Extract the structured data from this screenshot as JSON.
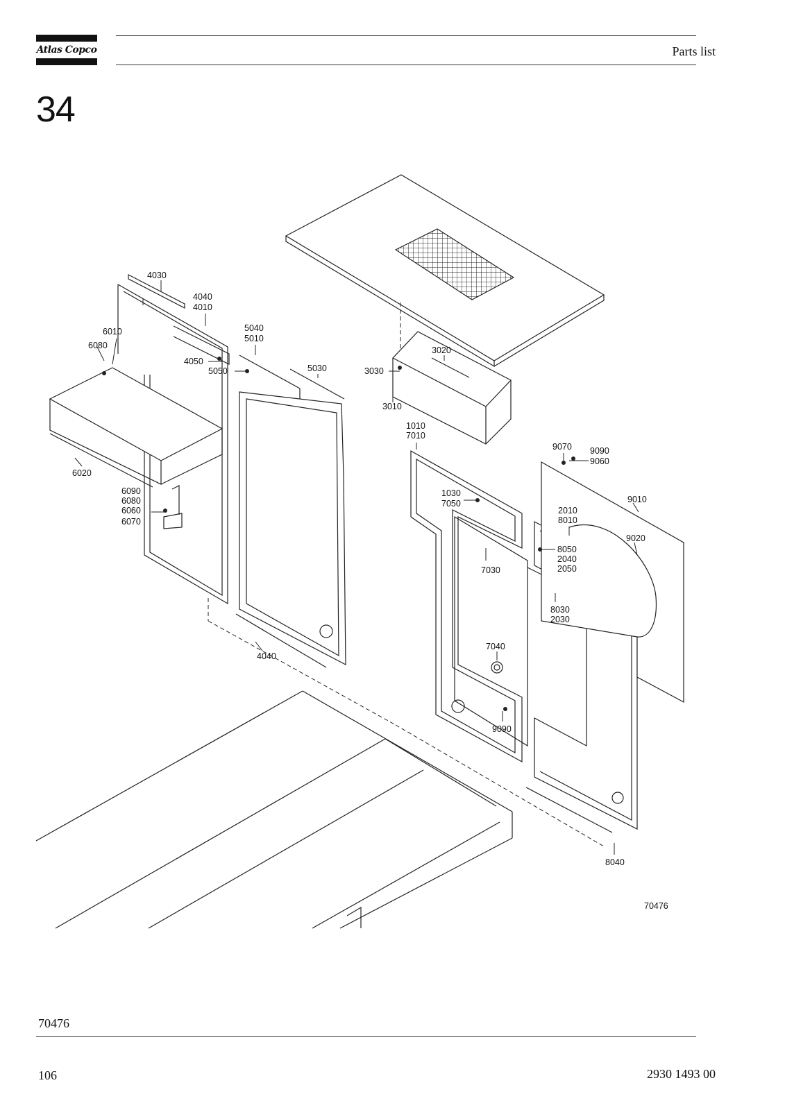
{
  "header": {
    "logo_text": "Atlas Copco",
    "title": "Parts list"
  },
  "section": {
    "number": "34"
  },
  "drawing": {
    "callouts": {
      "c4030": "4030",
      "c4040": "4040",
      "c4010": "4010",
      "c6010": "6010",
      "c6080": "6080",
      "c4050": "4050",
      "c5040": "5040",
      "c5010": "5010",
      "c5050": "5050",
      "c5030": "5030",
      "c3020": "3020",
      "c3030": "3030",
      "c3010": "3010",
      "c1010": "1010",
      "c7010": "7010",
      "c6020": "6020",
      "c6090": "6090",
      "c6080b": "6080",
      "c6060": "6060",
      "c6070": "6070",
      "c9070": "9070",
      "c9090": "9090",
      "c9060": "9060",
      "c1030": "1030",
      "c7050": "7050",
      "c9010": "9010",
      "c2010": "2010",
      "c8010": "8010",
      "c9020": "9020",
      "c8050": "8050",
      "c2040": "2040",
      "c2050": "2050",
      "c7030": "7030",
      "c8030": "8030",
      "c2030": "2030",
      "c7040": "7040",
      "c4040b": "4040",
      "c9090b": "9090",
      "c8040": "8040",
      "drawing_id": "70476"
    }
  },
  "footer": {
    "caption": "70476",
    "page_number": "106",
    "document_number": "2930 1493 00"
  }
}
